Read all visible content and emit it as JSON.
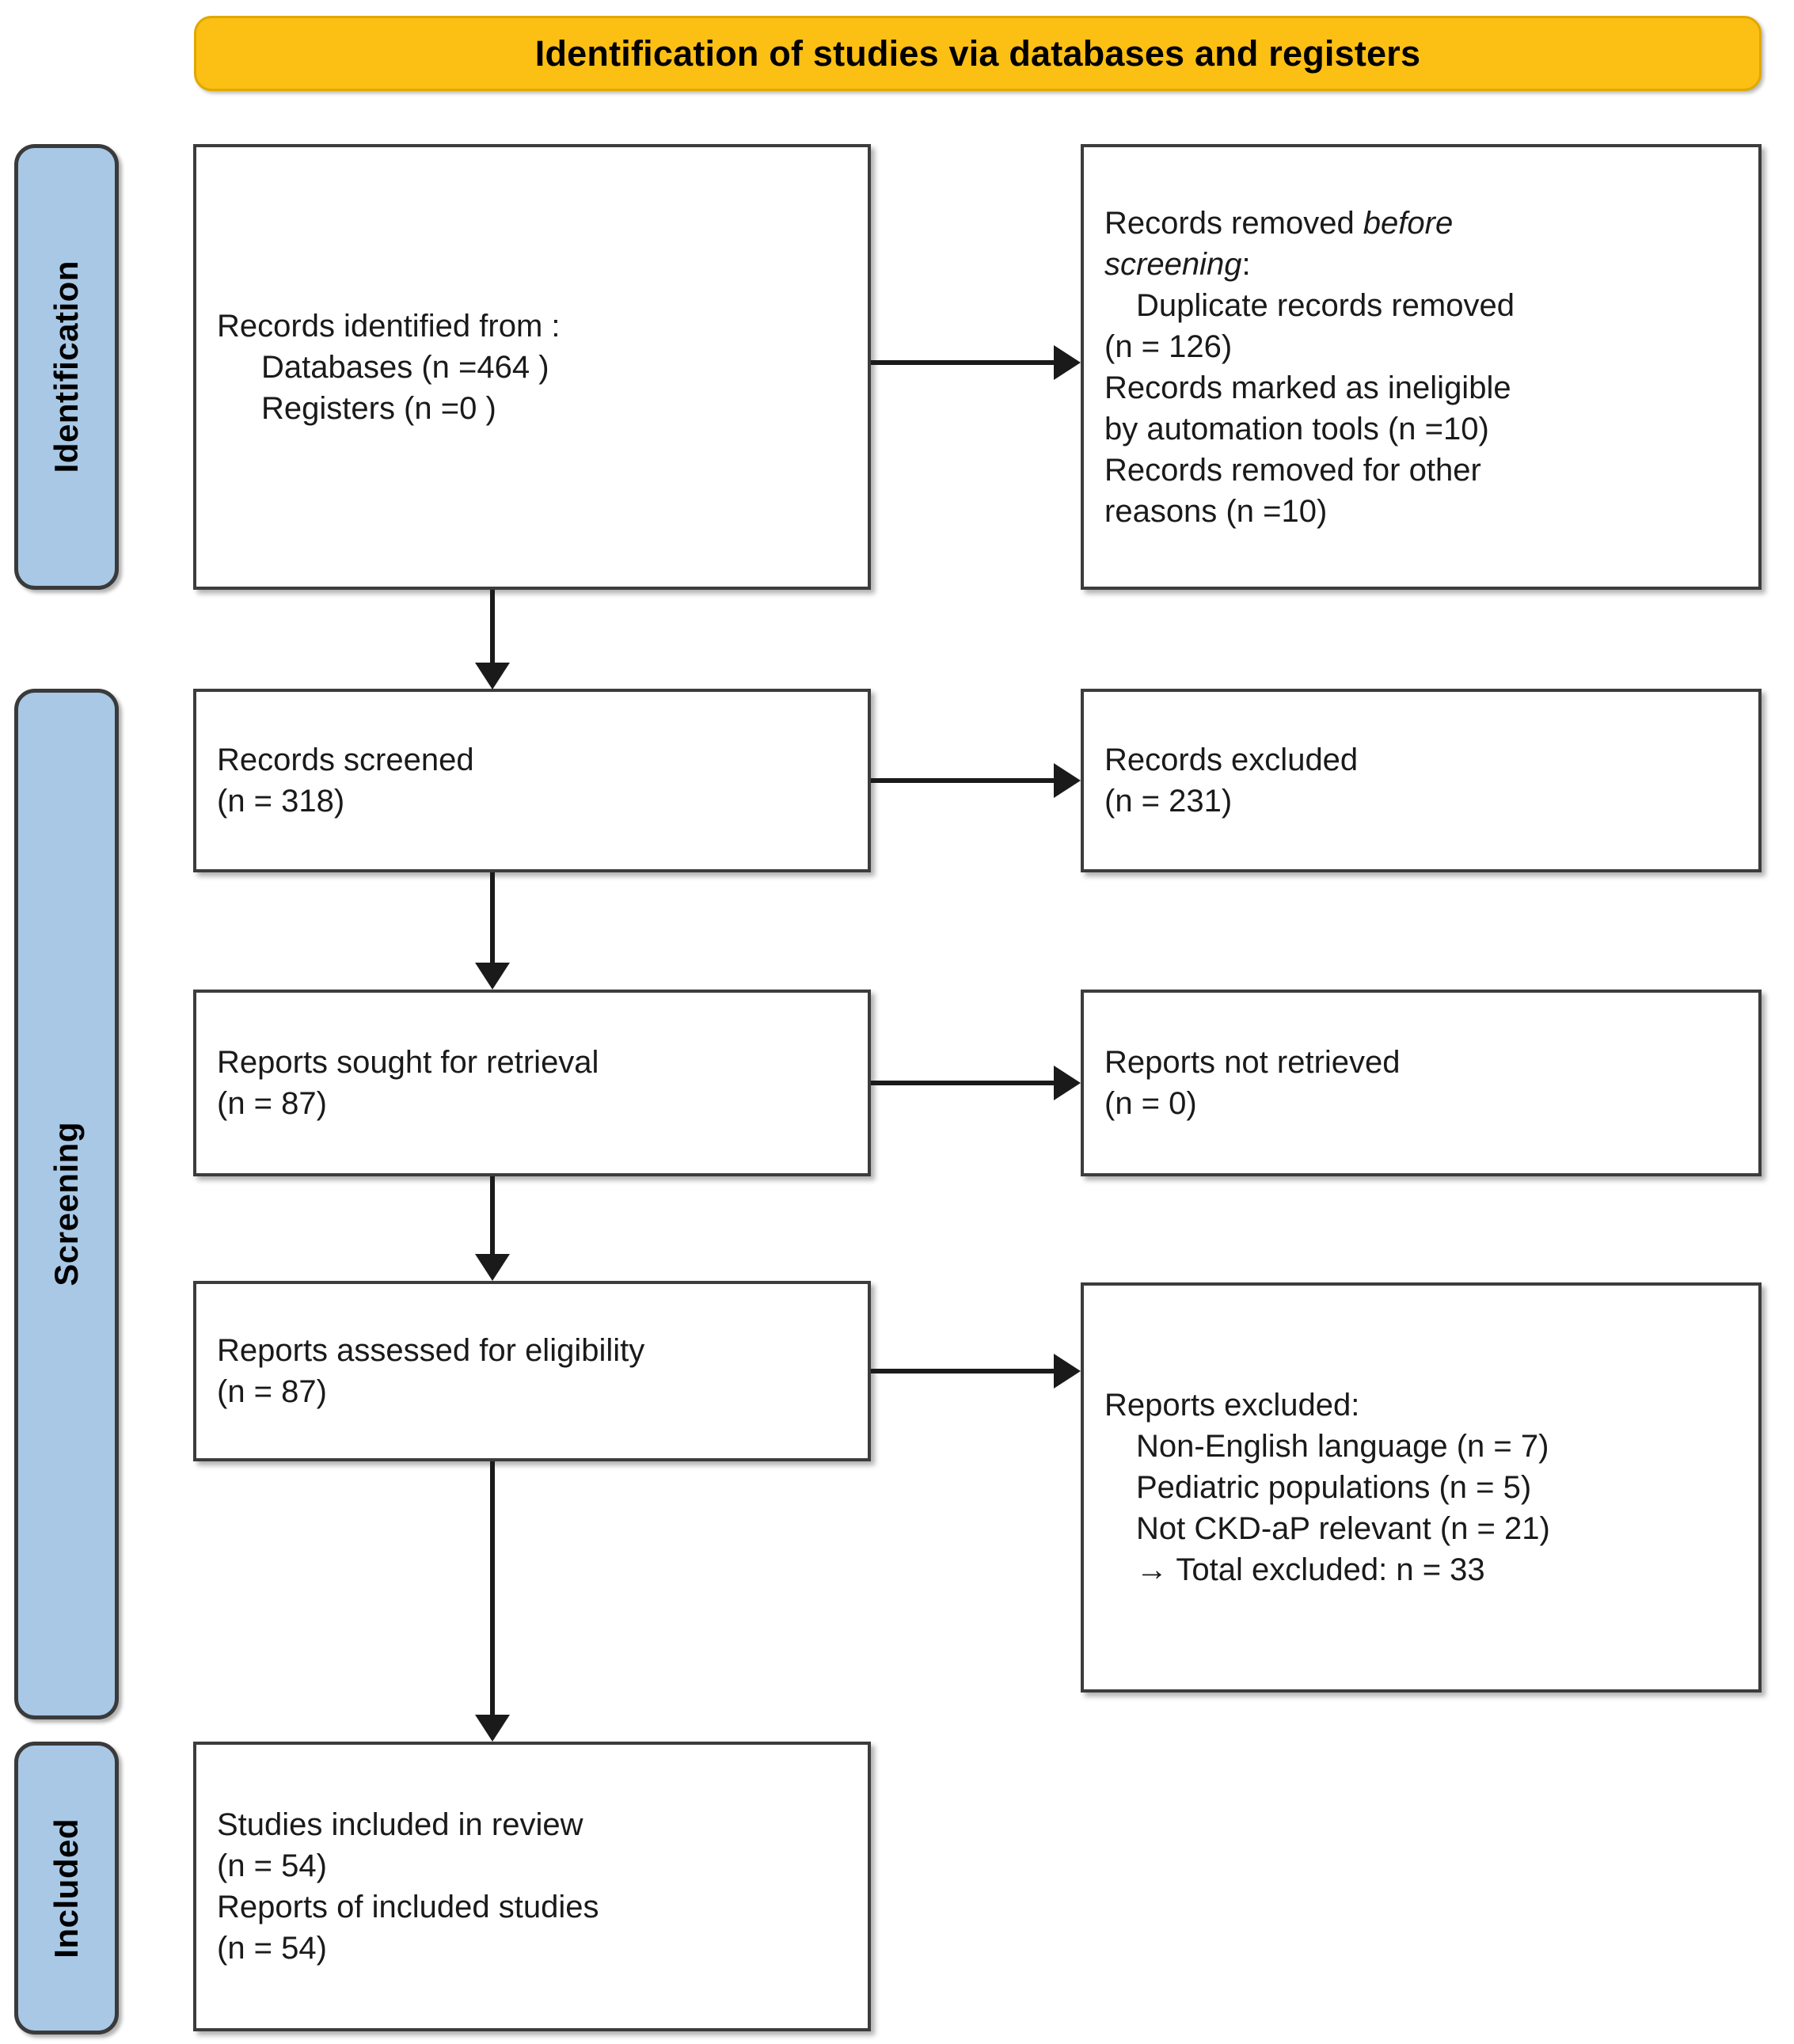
{
  "header": {
    "title": "Identification of studies via databases and registers",
    "color": "#FCBF14"
  },
  "stages": {
    "identification": "Identification",
    "screening": "Screening",
    "included": "Included",
    "color": "#A8C8E6"
  },
  "boxes": {
    "identified": {
      "line1": "Records identified from :",
      "line2": "Databases (n =464 )",
      "line3": "Registers (n =0 )"
    },
    "removed_before": {
      "line1": "Records removed ",
      "line1_em": "before",
      "line2_em": "screening",
      "line2_suffix": ":",
      "line3": "Duplicate records removed",
      "line4": "(n = 126)",
      "line5": "Records marked as ineligible",
      "line6": "by automation tools (n =10)",
      "line7": "Records removed for other",
      "line8": "reasons (n =10)"
    },
    "screened": {
      "line1": "Records screened",
      "line2": "(n = 318)"
    },
    "records_excluded": {
      "line1": "Records excluded",
      "line2": "(n = 231)"
    },
    "sought": {
      "line1": "Reports sought for retrieval",
      "line2": "(n = 87)"
    },
    "not_retrieved": {
      "line1": "Reports not retrieved",
      "line2": "(n = 0)"
    },
    "assessed": {
      "line1": "Reports assessed for eligibility",
      "line2": "(n = 87)"
    },
    "reports_excluded": {
      "line1": "Reports excluded:",
      "line2": "Non-English language (n = 7)",
      "line3": "Pediatric populations (n = 5)",
      "line4": "Not CKD-aP relevant (n = 21)",
      "line5": "→ Total excluded: n = 33"
    },
    "included": {
      "line1": "Studies included in review",
      "line2": "(n = 54)",
      "line3": "Reports of included studies",
      "line4": "(n = 54)"
    }
  },
  "chart_data": {
    "type": "diagram",
    "title": "Identification of studies via databases and registers",
    "nodes": [
      {
        "id": "identified",
        "stage": "Identification",
        "label": "Records identified from",
        "counts": {
          "Databases": 464,
          "Registers": 0
        }
      },
      {
        "id": "removed_before",
        "stage": "Identification",
        "label": "Records removed before screening",
        "counts": {
          "Duplicate records removed": 126,
          "Records marked as ineligible by automation tools": 10,
          "Records removed for other reasons": 10
        }
      },
      {
        "id": "screened",
        "stage": "Screening",
        "label": "Records screened",
        "counts": {
          "n": 318
        }
      },
      {
        "id": "records_excluded",
        "stage": "Screening",
        "label": "Records excluded",
        "counts": {
          "n": 231
        }
      },
      {
        "id": "sought",
        "stage": "Screening",
        "label": "Reports sought for retrieval",
        "counts": {
          "n": 87
        }
      },
      {
        "id": "not_retrieved",
        "stage": "Screening",
        "label": "Reports not retrieved",
        "counts": {
          "n": 0
        }
      },
      {
        "id": "assessed",
        "stage": "Screening",
        "label": "Reports assessed for eligibility",
        "counts": {
          "n": 87
        }
      },
      {
        "id": "reports_excluded",
        "stage": "Screening",
        "label": "Reports excluded",
        "counts": {
          "Non-English language": 7,
          "Pediatric populations": 5,
          "Not CKD-aP relevant": 21,
          "Total excluded": 33
        }
      },
      {
        "id": "included",
        "stage": "Included",
        "label": "Studies included in review",
        "counts": {
          "Studies included in review": 54,
          "Reports of included studies": 54
        }
      }
    ],
    "edges": [
      {
        "from": "identified",
        "to": "removed_before",
        "direction": "right"
      },
      {
        "from": "identified",
        "to": "screened",
        "direction": "down"
      },
      {
        "from": "screened",
        "to": "records_excluded",
        "direction": "right"
      },
      {
        "from": "screened",
        "to": "sought",
        "direction": "down"
      },
      {
        "from": "sought",
        "to": "not_retrieved",
        "direction": "right"
      },
      {
        "from": "sought",
        "to": "assessed",
        "direction": "down"
      },
      {
        "from": "assessed",
        "to": "reports_excluded",
        "direction": "right"
      },
      {
        "from": "assessed",
        "to": "included",
        "direction": "down"
      }
    ]
  }
}
